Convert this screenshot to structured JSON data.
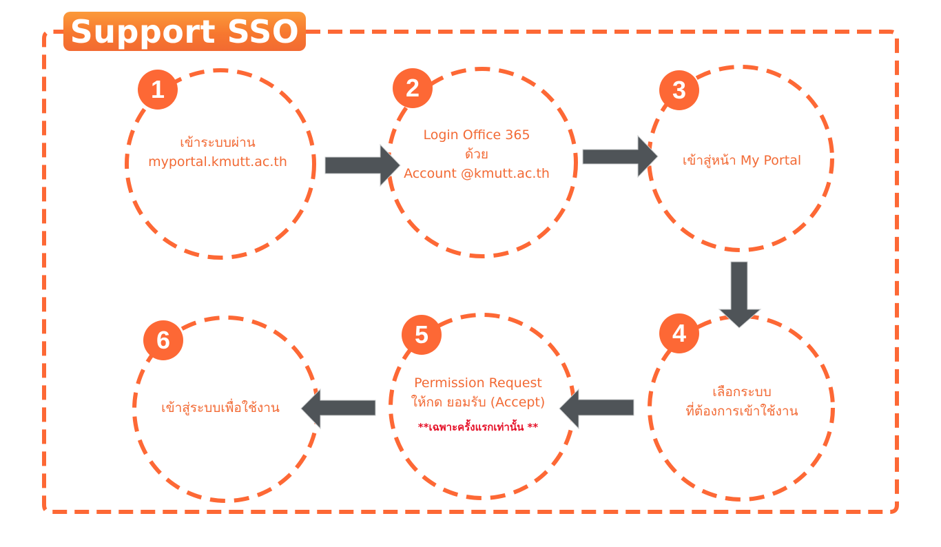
{
  "title": "Support SSO",
  "colors": {
    "accent": "#fd6835",
    "arrow": "#4f5458",
    "text": "#f26a35",
    "note": "#e5132a",
    "title_gradient_top": "#fb9a3a",
    "title_gradient_bottom": "#f26a32"
  },
  "steps": [
    {
      "number": "1",
      "lines": [
        "เข้าระบบผ่าน",
        "myportal.kmutt.ac.th"
      ]
    },
    {
      "number": "2",
      "lines": [
        "Login Office 365",
        "ด้วย",
        "Account @kmutt.ac.th"
      ]
    },
    {
      "number": "3",
      "lines": [
        "เข้าสู่หน้า My Portal"
      ]
    },
    {
      "number": "4",
      "lines": [
        "เลือกระบบ",
        "ที่ต้องการเข้าใช้งาน"
      ]
    },
    {
      "number": "5",
      "lines": [
        "Permission Request",
        "ให้กด ยอมรับ (Accept)"
      ],
      "note": "**เฉพาะครั้งแรกเท่านั้น **"
    },
    {
      "number": "6",
      "lines": [
        "เข้าสู่ระบบเพื่อใช้งาน"
      ]
    }
  ],
  "arrows": [
    {
      "from": "1",
      "to": "2",
      "direction": "right"
    },
    {
      "from": "2",
      "to": "3",
      "direction": "right"
    },
    {
      "from": "3",
      "to": "4",
      "direction": "down"
    },
    {
      "from": "4",
      "to": "5",
      "direction": "left"
    },
    {
      "from": "5",
      "to": "6",
      "direction": "left"
    }
  ]
}
